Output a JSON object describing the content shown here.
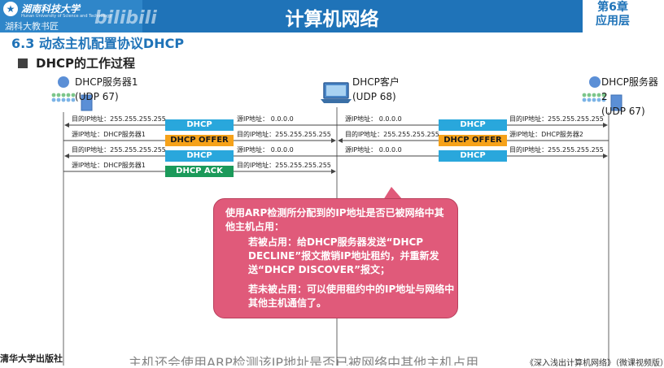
{
  "header": {
    "university_name": "湖南科技大学",
    "university_english": "Hunan University of Science and Technology",
    "channel_tag": "湖科大教书匠",
    "watermark": "bilibili",
    "title": "计算机网络",
    "chapter_line1": "第6章",
    "chapter_line2": "应用层"
  },
  "section_title": "6.3 动态主机配置协议DHCP",
  "subsection_title": "DHCP的工作过程",
  "entities": {
    "server1_name": "DHCP服务器1",
    "server1_port": "(UDP 67)",
    "client_name": "DHCP客户",
    "client_port": "(UDP 68)",
    "server2_name": "DHCP服务器2",
    "server2_port": "(UDP 67)"
  },
  "messages": {
    "discover": "DHCP DISCOVER",
    "offer": "DHCP OFFER",
    "request": "DHCP REQUEST",
    "ack": "DHCP ACK"
  },
  "left_exchange": {
    "discover_dst": "目的IP地址：255.255.255.255",
    "discover_src": "源IP地址：   0.0.0.0",
    "offer_src": "源IP地址：DHCP服务器1",
    "offer_dst": "目的IP地址：255.255.255.255",
    "request_dst": "目的IP地址：255.255.255.255",
    "request_src": "源IP地址：   0.0.0.0",
    "ack_src": "源IP地址：DHCP服务器1",
    "ack_dst": "目的IP地址：255.255.255.255"
  },
  "right_exchange": {
    "discover_src": "源IP地址：   0.0.0.0",
    "discover_dst": "目的IP地址：255.255.255.255",
    "offer_dst": "目的IP地址：255.255.255.255",
    "offer_src": "源IP地址：DHCP服务器2",
    "request_src": "源IP地址：   0.0.0.0",
    "request_dst": "目的IP地址：255.255.255.255"
  },
  "callout": {
    "line1": "使用ARP检测所分配到的IP地址是否已被网络中其他主机占用：",
    "case_occupied": "若被占用：给DHCP服务器发送“DHCP DECLINE”报文撤销IP地址租约，并重新发送“DHCP DISCOVER”报文；",
    "case_free": "若未被占用：可以使用租约中的IP地址与网络中其他主机通信了。"
  },
  "footer": {
    "caption": "主机还会使用ARP检测该IP地址是否已被网络中其他主机占用",
    "publisher": "清华大学出版社",
    "book": "《深入浅出计算机网络》（微课视频版）"
  },
  "colors": {
    "header_blue": "#1f73b8",
    "msg_blue": "#29a7dc",
    "msg_orange": "#f6a21a",
    "msg_green": "#1b9a5a",
    "callout_pink": "#e05a7a"
  }
}
